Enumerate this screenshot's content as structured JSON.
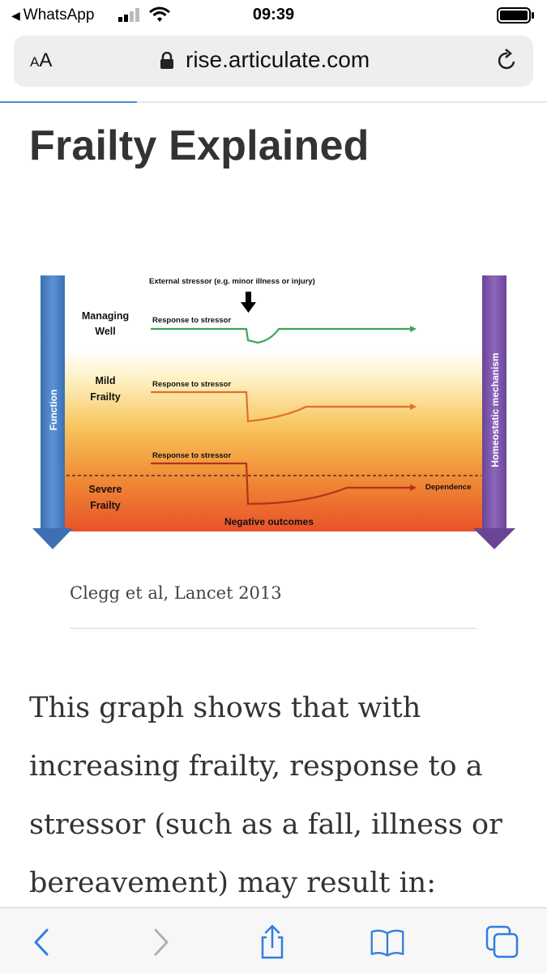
{
  "status_bar": {
    "back_app": "WhatsApp",
    "time": "09:39"
  },
  "address_bar": {
    "aa_label": "AA",
    "url": "rise.articulate.com",
    "load_progress": 0.25
  },
  "page": {
    "title": "Frailty Explained",
    "caption": "Clegg et al, Lancet 2013",
    "body": "This graph shows that with increasing frailty, response to a stressor (such as a fall, illness or bereavement) may result in:"
  },
  "figure": {
    "left_axis_label": "Function",
    "right_axis_label": "Homeostatic mechanism",
    "stressor_label": "External stressor (e.g. minor illness or injury)",
    "rows": [
      {
        "label_line1": "Managing",
        "label_line2": "Well",
        "response_label": "Response to stressor",
        "color": "#3aa655"
      },
      {
        "label_line1": "Mild",
        "label_line2": "Frailty",
        "response_label": "Response to stressor",
        "color": "#e0702a"
      },
      {
        "label_line1": "Severe",
        "label_line2": "Frailty",
        "response_label": "Response to stressor",
        "color": "#b8301c"
      }
    ],
    "dependence_label": "Dependence",
    "negative_outcomes_label": "Negative outcomes",
    "colors": {
      "left_arrow": "#4a7fc1",
      "right_arrow": "#7a52a6"
    }
  }
}
